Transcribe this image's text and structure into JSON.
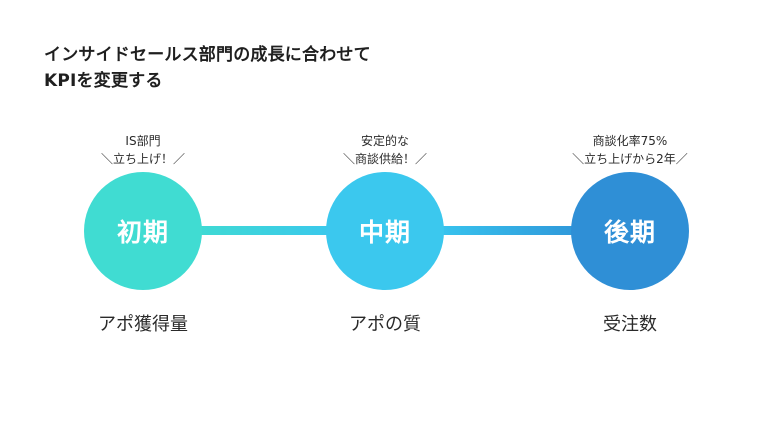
{
  "title": {
    "line1": "インサイドセールス部門の成長に合わせて",
    "line2": "KPIを変更する"
  },
  "stages": [
    {
      "callout_line1": "IS部門",
      "callout_line2": "＼立ち上げ！／",
      "circle_label": "初期",
      "caption": "アポ獲得量",
      "color": "#40dcd2"
    },
    {
      "callout_line1": "安定的な",
      "callout_line2": "＼商談供給！／",
      "circle_label": "中期",
      "caption": "アポの質",
      "color": "#3bc8ee"
    },
    {
      "callout_line1": "商談化率75%",
      "callout_line2": "＼立ち上げから2年／",
      "circle_label": "後期",
      "caption": "受注数",
      "color": "#2f8fd6"
    }
  ]
}
